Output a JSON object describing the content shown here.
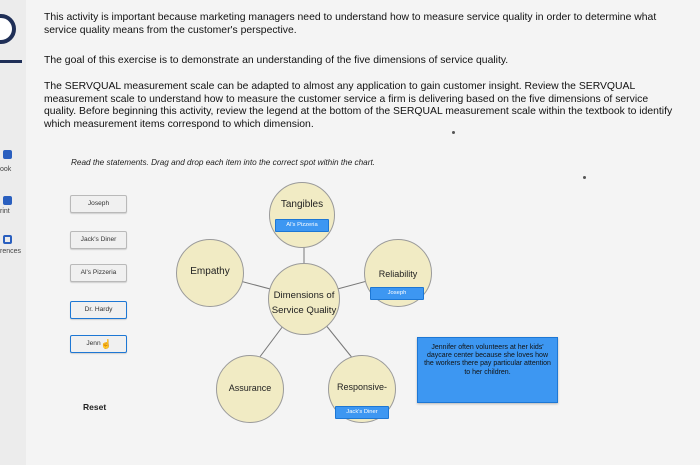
{
  "sidebar": {
    "items": [
      {
        "label": "ook",
        "icon": "book-icon"
      },
      {
        "label": "rint",
        "icon": "print-icon"
      },
      {
        "label": "rences",
        "icon": "references-icon"
      }
    ]
  },
  "intro": {
    "p1": "This activity is important because marketing managers need to understand how to measure service quality in order to determine what service quality means from the customer's perspective.",
    "p2": "The goal of this exercise is to demonstrate an understanding of the five dimensions of service quality.",
    "p3": "The SERVQUAL measurement scale can be adapted to almost any application to gain customer insight. Review the SERVQUAL measurement scale to understand how to measure the customer service a firm is delivering based on the five dimensions of service quality. Before beginning this activity, review the legend at the bottom of the SERQUAL measurement scale within the textbook to identify which measurement items correspond to which dimension."
  },
  "instruction": "Read the statements. Drag and drop each item into the correct spot within the chart.",
  "drag_items": [
    "Joseph",
    "Jack's Diner",
    "Al's Pizzeria",
    "Dr. Hardy",
    "Jenn"
  ],
  "reset_label": "Reset",
  "diagram": {
    "center": "Dimensions of Service Quality",
    "nodes": {
      "tangibles": "Tangibles",
      "empathy": "Empathy",
      "reliability": "Reliability",
      "assurance": "Assurance",
      "responsiveness": "Responsive-"
    },
    "slots": {
      "tangibles": "Al's Pizzeria",
      "reliability": "Joseph",
      "responsiveness": "Jack's Diner"
    }
  },
  "callout": "Jennifer often volunteers at her kids' daycare center because she loves how the workers there pay particular attention to her children.",
  "colors": {
    "node_fill": "#f1ebc4",
    "slot_blue": "#3d97f2",
    "rail_navy": "#1f2f57"
  }
}
